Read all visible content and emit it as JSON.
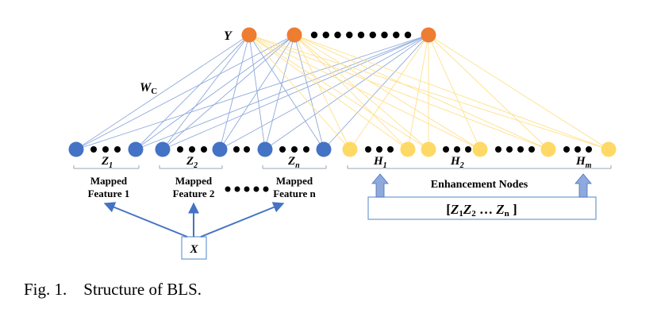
{
  "labels": {
    "y": "Y",
    "wc": "W",
    "wc_sub": "C",
    "x": "X",
    "z1": "Z",
    "z1_sub": "1",
    "z2": "Z",
    "z2_sub": "2",
    "zn": "Z",
    "zn_sub": "n",
    "h1": "H",
    "h1_sub": "1",
    "h2": "H",
    "h2_sub": "2",
    "hm": "H",
    "hm_sub": "m",
    "mapped1_line1": "Mapped",
    "mapped1_line2": "Feature 1",
    "mapped2_line1": "Mapped",
    "mapped2_line2": "Feature 2",
    "mappedn_line1": "Mapped",
    "mappedn_line2": "Feature n",
    "enhancement": "Enhancement Nodes",
    "zbox_open": "[",
    "zbox_z1": "Z",
    "zbox_z1_sub": "1",
    "zbox_z2": "Z",
    "zbox_z2_sub": "2",
    "zbox_dots": " … ",
    "zbox_zn": "Z",
    "zbox_zn_sub": "n",
    "zbox_close": " ]"
  },
  "caption": "Fig. 1.    Structure of BLS.",
  "colors": {
    "blue_node": "#4472C4",
    "orange_node": "#ED7D31",
    "yellow_node": "#FFD966",
    "blue_line": "#8FA9DC",
    "yellow_line": "#FFE08A",
    "arrow": "#4472C4",
    "box": "#6B9BD2"
  }
}
